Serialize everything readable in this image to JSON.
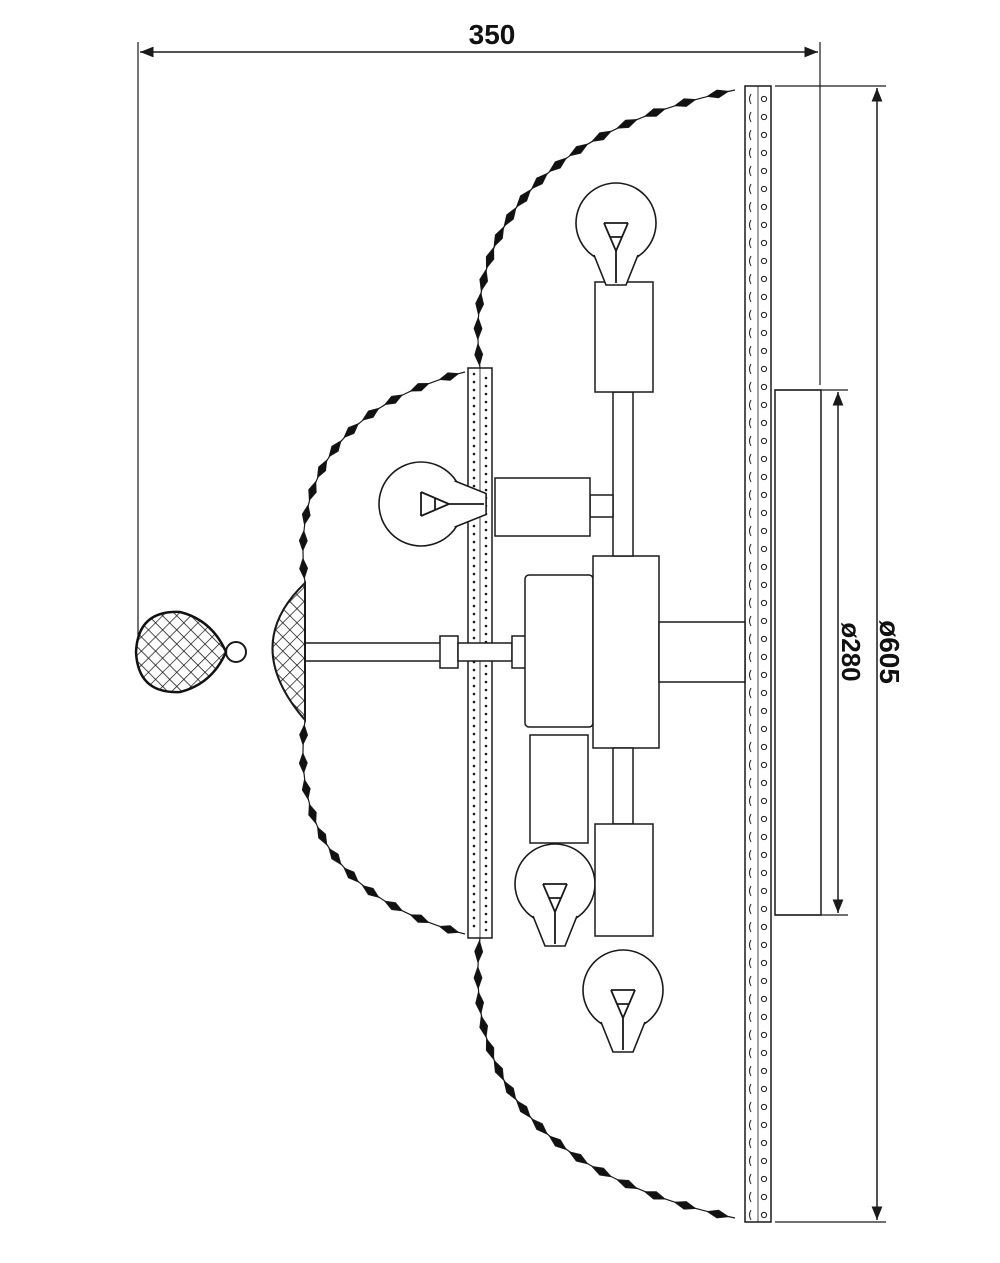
{
  "colors": {
    "line": "#1a1a1a",
    "background": "#ffffff",
    "crystal": "#111111"
  },
  "dimensions": {
    "depth": "350",
    "diameter_total": "ø605",
    "diameter_canopy": "ø280"
  }
}
